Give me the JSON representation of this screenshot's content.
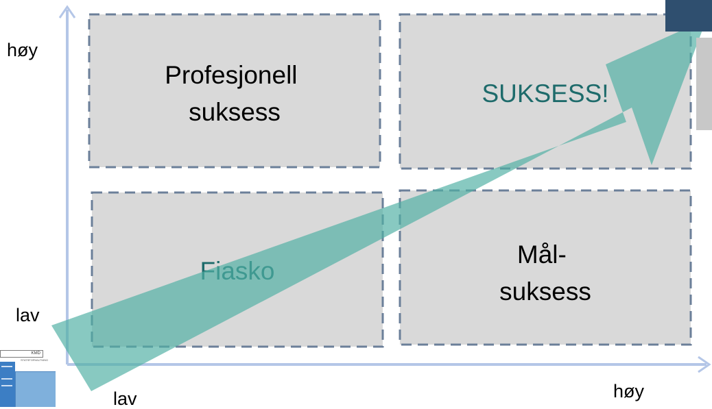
{
  "axes": {
    "y_high": "høy",
    "y_low": "lav",
    "x_low": "lav",
    "x_high": "høy",
    "color": "#b4c6e7"
  },
  "quadrants": [
    {
      "id": "top-left",
      "lines": [
        "Profesjonell",
        "suksess"
      ],
      "color": "#000000"
    },
    {
      "id": "top-right",
      "lines": [
        "SUKSESS!"
      ],
      "color": "#1e6b6b"
    },
    {
      "id": "bottom-left",
      "lines": [
        "Fiasko"
      ],
      "color": "#1e6b6b"
    },
    {
      "id": "bottom-right",
      "lines": [
        "Mål-",
        "suksess"
      ],
      "color": "#000000"
    }
  ],
  "style": {
    "quadrant_fill": "#d9d9d9",
    "quadrant_border": "#6b7f99",
    "arrow_color": "#4fb0a4"
  },
  "thumbnail": {
    "label": "KMD",
    "sublabel": "STATSFORVALTNING"
  }
}
